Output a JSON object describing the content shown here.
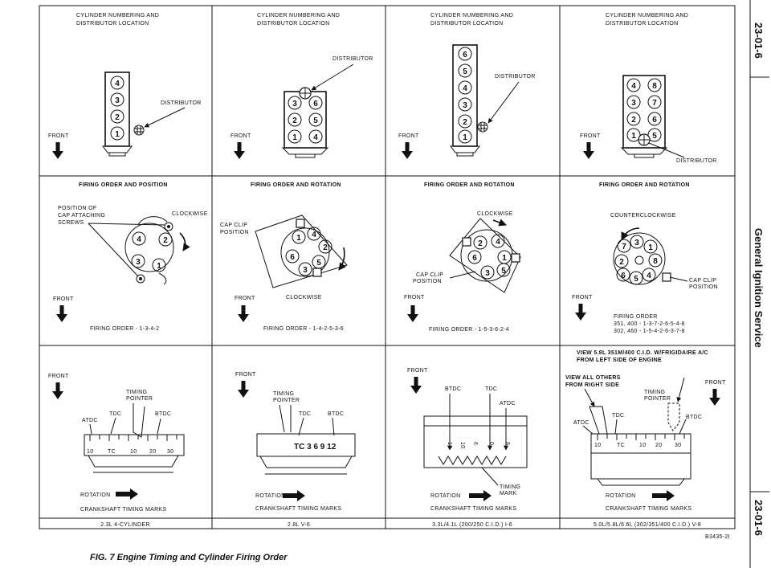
{
  "page": {
    "section_number": "23-01-6",
    "section_title": "General Ignition Service",
    "figure_caption": "FIG. 7 Engine Timing and Cylinder Firing Order",
    "drawing_code": "B3435-2I"
  },
  "common": {
    "front": "FRONT",
    "distributor": "DISTRIBUTOR",
    "cyl_header": "CYLINDER NUMBERING AND",
    "cyl_header2": "DISTRIBUTOR LOCATION",
    "rotation": "ROTATION",
    "crank_marks": "CRANKSHAFT TIMING MARKS",
    "tdc": "TDC",
    "btdc": "BTDC",
    "atdc": "ATDC",
    "timing": "TIMING",
    "pointer": "POINTER",
    "mark": "MARK",
    "cap_clip": "CAP CLIP",
    "position": "POSITION",
    "clockwise": "CLOCKWISE",
    "counterclockwise": "COUNTERCLOCKWISE"
  },
  "columns": [
    {
      "firing_header": "FIRING ORDER AND POSITION",
      "firing_order": "FIRING ORDER - 1-3-4-2",
      "cap_label_1": "POSITION OF",
      "cap_label_2": "CAP ATTACHING",
      "cap_label_3": "SCREWS",
      "cyl_numbers": [
        "4",
        "3",
        "2",
        "1"
      ],
      "cap_numbers": [
        "4",
        "2",
        "3",
        "1"
      ],
      "scale": [
        "10",
        "TC",
        "10",
        "20",
        "30"
      ],
      "engine": "2.3L 4-CYLINDER"
    },
    {
      "firing_header": "FIRING ORDER AND ROTATION",
      "firing_order": "FIRING ORDER - 1-4-2-5-3-6",
      "cyl_numbers": [
        "3",
        "6",
        "2",
        "5",
        "1",
        "4"
      ],
      "cap_numbers": [
        "1",
        "4",
        "2",
        "6",
        "5",
        "3"
      ],
      "scale_text": "TC 3 6 9 12",
      "engine": "2.8L V-6"
    },
    {
      "firing_header": "FIRING ORDER AND ROTATION",
      "firing_order": "FIRING ORDER - 1-5-3-6-2-4",
      "cyl_numbers": [
        "6",
        "5",
        "4",
        "3",
        "2",
        "1"
      ],
      "cap_numbers": [
        "2",
        "4",
        "6",
        "1",
        "3",
        "5"
      ],
      "scale": [
        "14",
        "10",
        "6",
        "0",
        "8"
      ],
      "engine": "3.3L/4.1L (200/250 C.I.D.) I-6"
    },
    {
      "firing_header": "FIRING ORDER AND ROTATION",
      "firing_order": "FIRING ORDER",
      "firing_order_2": "351, 400 - 1-3-7-2-6-5-4-8",
      "firing_order_3": "302, 460 - 1-5-4-2-6-3-7-8",
      "cyl_numbers": [
        "4",
        "8",
        "3",
        "7",
        "2",
        "6",
        "1",
        "5"
      ],
      "cap_numbers": [
        "3",
        "1",
        "7",
        "2",
        "8",
        "6",
        "5",
        "4"
      ],
      "view_note_1": "VIEW 5.8L 351M/400 C.I.D. W/FRIGIDAIRE A/C",
      "view_note_2": "FROM LEFT SIDE OF ENGINE",
      "view_all_1": "VIEW ALL OTHERS",
      "view_all_2": "FROM RIGHT SIDE",
      "scale": [
        "10",
        "TC",
        "10",
        "20",
        "30"
      ],
      "engine": "5.0L/5.8L/6.6L (302/351/400 C.I.D.) V-8"
    }
  ]
}
